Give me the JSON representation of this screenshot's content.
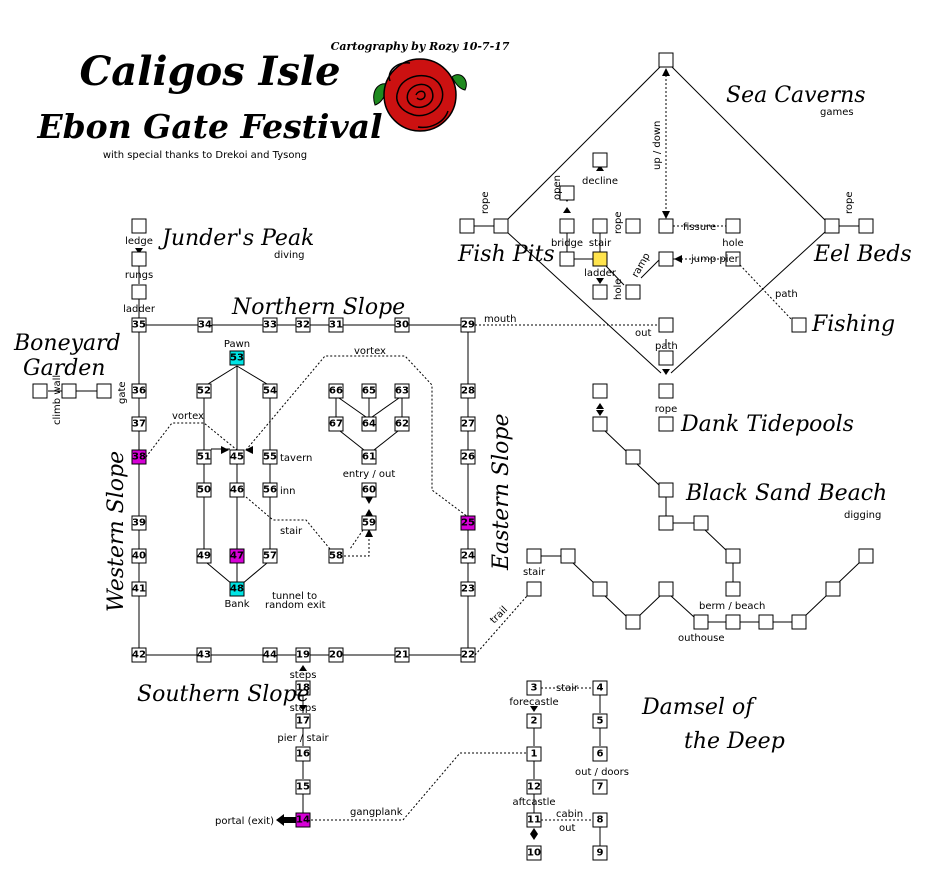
{
  "header": {
    "title_line1": "Caligos Isle",
    "title_line2": "Ebon Gate Festival",
    "thanks": "with special thanks to Drekoi and Tysong",
    "stamp_text": "Cartography by Rozy 10-7-17"
  },
  "areas": {
    "junders_peak": {
      "name": "Junder's Peak",
      "sub": "diving"
    },
    "northern_slope": {
      "name": "Northern Slope"
    },
    "boneyard_garden": {
      "name_line1": "Boneyard",
      "name_line2": "Garden"
    },
    "western_slope": {
      "name": "Western Slope"
    },
    "eastern_slope": {
      "name": "Eastern Slope"
    },
    "southern_slope": {
      "name": "Southern Slope"
    },
    "sea_caverns": {
      "name": "Sea Caverns",
      "sub": "games"
    },
    "fish_pits": {
      "name": "Fish Pits"
    },
    "eel_beds": {
      "name": "Eel Beds"
    },
    "fishing": {
      "name": "Fishing"
    },
    "dank_tidepools": {
      "name": "Dank Tidepools"
    },
    "black_sand_beach": {
      "name": "Black Sand Beach",
      "sub": "digging"
    },
    "damsel": {
      "name_line1": "Damsel of",
      "name_line2": "the Deep"
    }
  },
  "labels": {
    "ledge": "ledge",
    "rungs": "rungs",
    "ladder": "ladder",
    "climb_wall": "climb wall",
    "gate": "gate",
    "pawn": "Pawn",
    "vortex_west": "vortex",
    "vortex_north": "vortex",
    "tavern": "tavern",
    "inn": "inn",
    "entry_out": "entry / out",
    "stair_mid": "stair",
    "bank": "Bank",
    "tunnel_line1": "tunnel to",
    "tunnel_line2": "random exit",
    "mouth": "mouth",
    "out_cave": "out",
    "path_cave": "path",
    "rope_cave": "rope",
    "up_down": "up / down",
    "decline": "decline",
    "open": "open",
    "fissure": "fissure",
    "rope_fp": "rope",
    "bridge": "bridge",
    "stair_cave": "stair",
    "rope_mid": "rope",
    "hole_east": "hole",
    "rope_eel": "rope",
    "jump_pier": "jump pier",
    "ramp": "ramp",
    "ladder_cave": "ladder",
    "hole_cave": "hole",
    "path_fishing": "path",
    "stair_beach": "stair",
    "trail": "trail",
    "berm_beach": "berm / beach",
    "outhouse": "outhouse",
    "steps_1": "steps",
    "steps_2": "steps",
    "pier_stair": "pier / stair",
    "gangplank": "gangplank",
    "portal_exit": "portal (exit)",
    "stair_ship": "stair",
    "forecastle": "forecastle",
    "out_doors": "out / doors",
    "aftcastle": "aftcastle",
    "cabin": "cabin",
    "out_ship": "out"
  },
  "rooms": {
    "r35": "35",
    "r34": "34",
    "r33": "33",
    "r32": "32",
    "r31": "31",
    "r30": "30",
    "r29": "29",
    "r36": "36",
    "r37": "37",
    "r38": "38",
    "r39": "39",
    "r40": "40",
    "r41": "41",
    "r42": "42",
    "r43": "43",
    "r44": "44",
    "r19": "19",
    "r20": "20",
    "r21": "21",
    "r22": "22",
    "r28": "28",
    "r27": "27",
    "r26": "26",
    "r25": "25",
    "r24": "24",
    "r23": "23",
    "r53": "53",
    "r52": "52",
    "r54": "54",
    "r51": "51",
    "r45": "45",
    "r55": "55",
    "r50": "50",
    "r46": "46",
    "r56": "56",
    "r49": "49",
    "r47": "47",
    "r57": "57",
    "r48": "48",
    "r66": "66",
    "r65": "65",
    "r63": "63",
    "r67": "67",
    "r64": "64",
    "r62": "62",
    "r61": "61",
    "r60": "60",
    "r59": "59",
    "r58": "58",
    "r18": "18",
    "r17": "17",
    "r16": "16",
    "r15": "15",
    "r14": "14",
    "r3": "3",
    "r4": "4",
    "r2": "2",
    "r5": "5",
    "r1": "1",
    "r6": "6",
    "r7": "7",
    "r12": "12",
    "r11": "11",
    "r8": "8",
    "r10": "10",
    "r9": "9"
  },
  "colors": {
    "magenta": "#d600d6",
    "cyan": "#00e5e5",
    "yellow": "#ffe44d",
    "rose": "#cc1111",
    "leaf": "#1f8a1f"
  }
}
